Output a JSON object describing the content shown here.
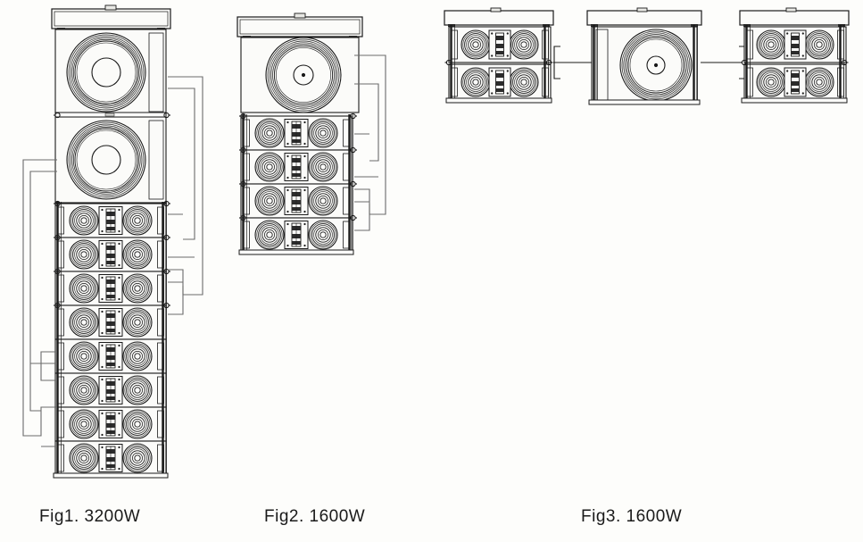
{
  "drawing": {
    "kind": "line-array-loudspeaker-configuration-drawing",
    "background_color": "#fdfdfb",
    "line_color": "#1a1a1a",
    "thin_line_color": "#6b6b6b",
    "panel_fill": "#fbfbf9"
  },
  "figures": [
    {
      "id": "fig1",
      "label": "Fig1. 3200W",
      "power": "3200W",
      "orientation": "vertical",
      "subwoofer_count": 2,
      "array_module_count": 8,
      "has_flybar": true,
      "left_brackets": 2,
      "right_brackets": 2
    },
    {
      "id": "fig2",
      "label": "Fig2. 1600W",
      "power": "1600W",
      "orientation": "vertical",
      "subwoofer_count": 1,
      "array_module_count": 4,
      "has_flybar": true,
      "left_brackets": 0,
      "right_brackets": 2
    },
    {
      "id": "fig3",
      "label": "Fig3. 1600W",
      "power": "1600W",
      "orientation": "horizontal",
      "clusters": [
        {
          "id": "fig3-left",
          "type": "array-pair",
          "array_module_count": 2,
          "has_flybar": true
        },
        {
          "id": "fig3-center",
          "type": "subwoofer",
          "subwoofer_count": 1,
          "has_flybar": true
        },
        {
          "id": "fig3-right",
          "type": "array-pair",
          "array_module_count": 2,
          "has_flybar": true
        }
      ],
      "connector_count": 2
    }
  ],
  "components": {
    "subwoofer_driver": "concentric-cone-driver",
    "array_woofer": "low-frequency-cone-driver",
    "array_center": "compression-driver-waveguide-plate",
    "flybar": "rigging-flybar",
    "side_rail": "rigging-side-rail",
    "pin": "rigging-pin"
  }
}
